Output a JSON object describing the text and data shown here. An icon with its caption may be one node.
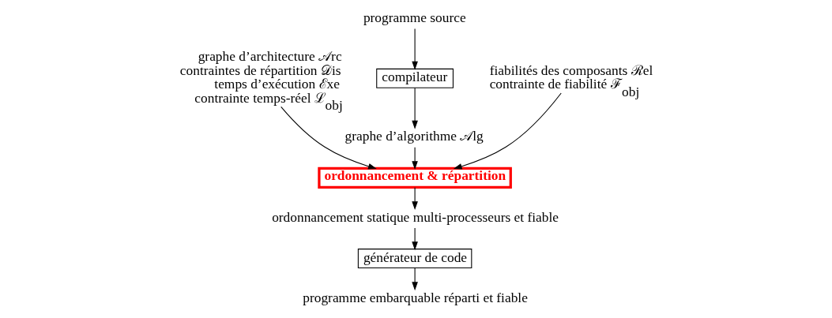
{
  "diagram": {
    "nodes": [
      {
        "text": [
          "programme source"
        ]
      },
      {
        "text": [
          "compilateur"
        ]
      },
      {
        "text": [
          "graphe d’algorithme 𝒜lg"
        ]
      },
      {
        "text": [
          "graphe d’architecture 𝒜rc",
          "contraintes de répartition 𝒟is",
          "temps d’exécution ℰxe",
          "contrainte temps-réel ℒ$_{obj}$"
        ]
      },
      {
        "text": [
          "fiabilités des composants ℛel",
          "contrainte de fiabilité ℱ$_{obj}$"
        ]
      },
      {
        "text": [
          "ordonnancement & répartition"
        ]
      },
      {
        "text": [
          "ordonnancement statique multi-processeurs et fiable"
        ]
      },
      {
        "text": [
          "générateur de code"
        ]
      },
      {
        "text": [
          "programme embarquable réparti et fiable"
        ]
      }
    ],
    "edges": [
      {
        "from": 0,
        "to": 1,
        "arrow": "to"
      },
      {
        "from": 1,
        "to": 2,
        "arrow": "to"
      },
      {
        "from": 3,
        "to": 5,
        "arrow": "to"
      },
      {
        "from": 2,
        "to": 5,
        "arrow": "to"
      },
      {
        "from": 4,
        "to": 5,
        "arrow": "to"
      },
      {
        "from": 5,
        "to": 6,
        "arrow": "to"
      },
      {
        "from": 6,
        "to": 7,
        "arrow": "to"
      },
      {
        "from": 7,
        "to": 8,
        "arrow": "to"
      }
    ]
  }
}
